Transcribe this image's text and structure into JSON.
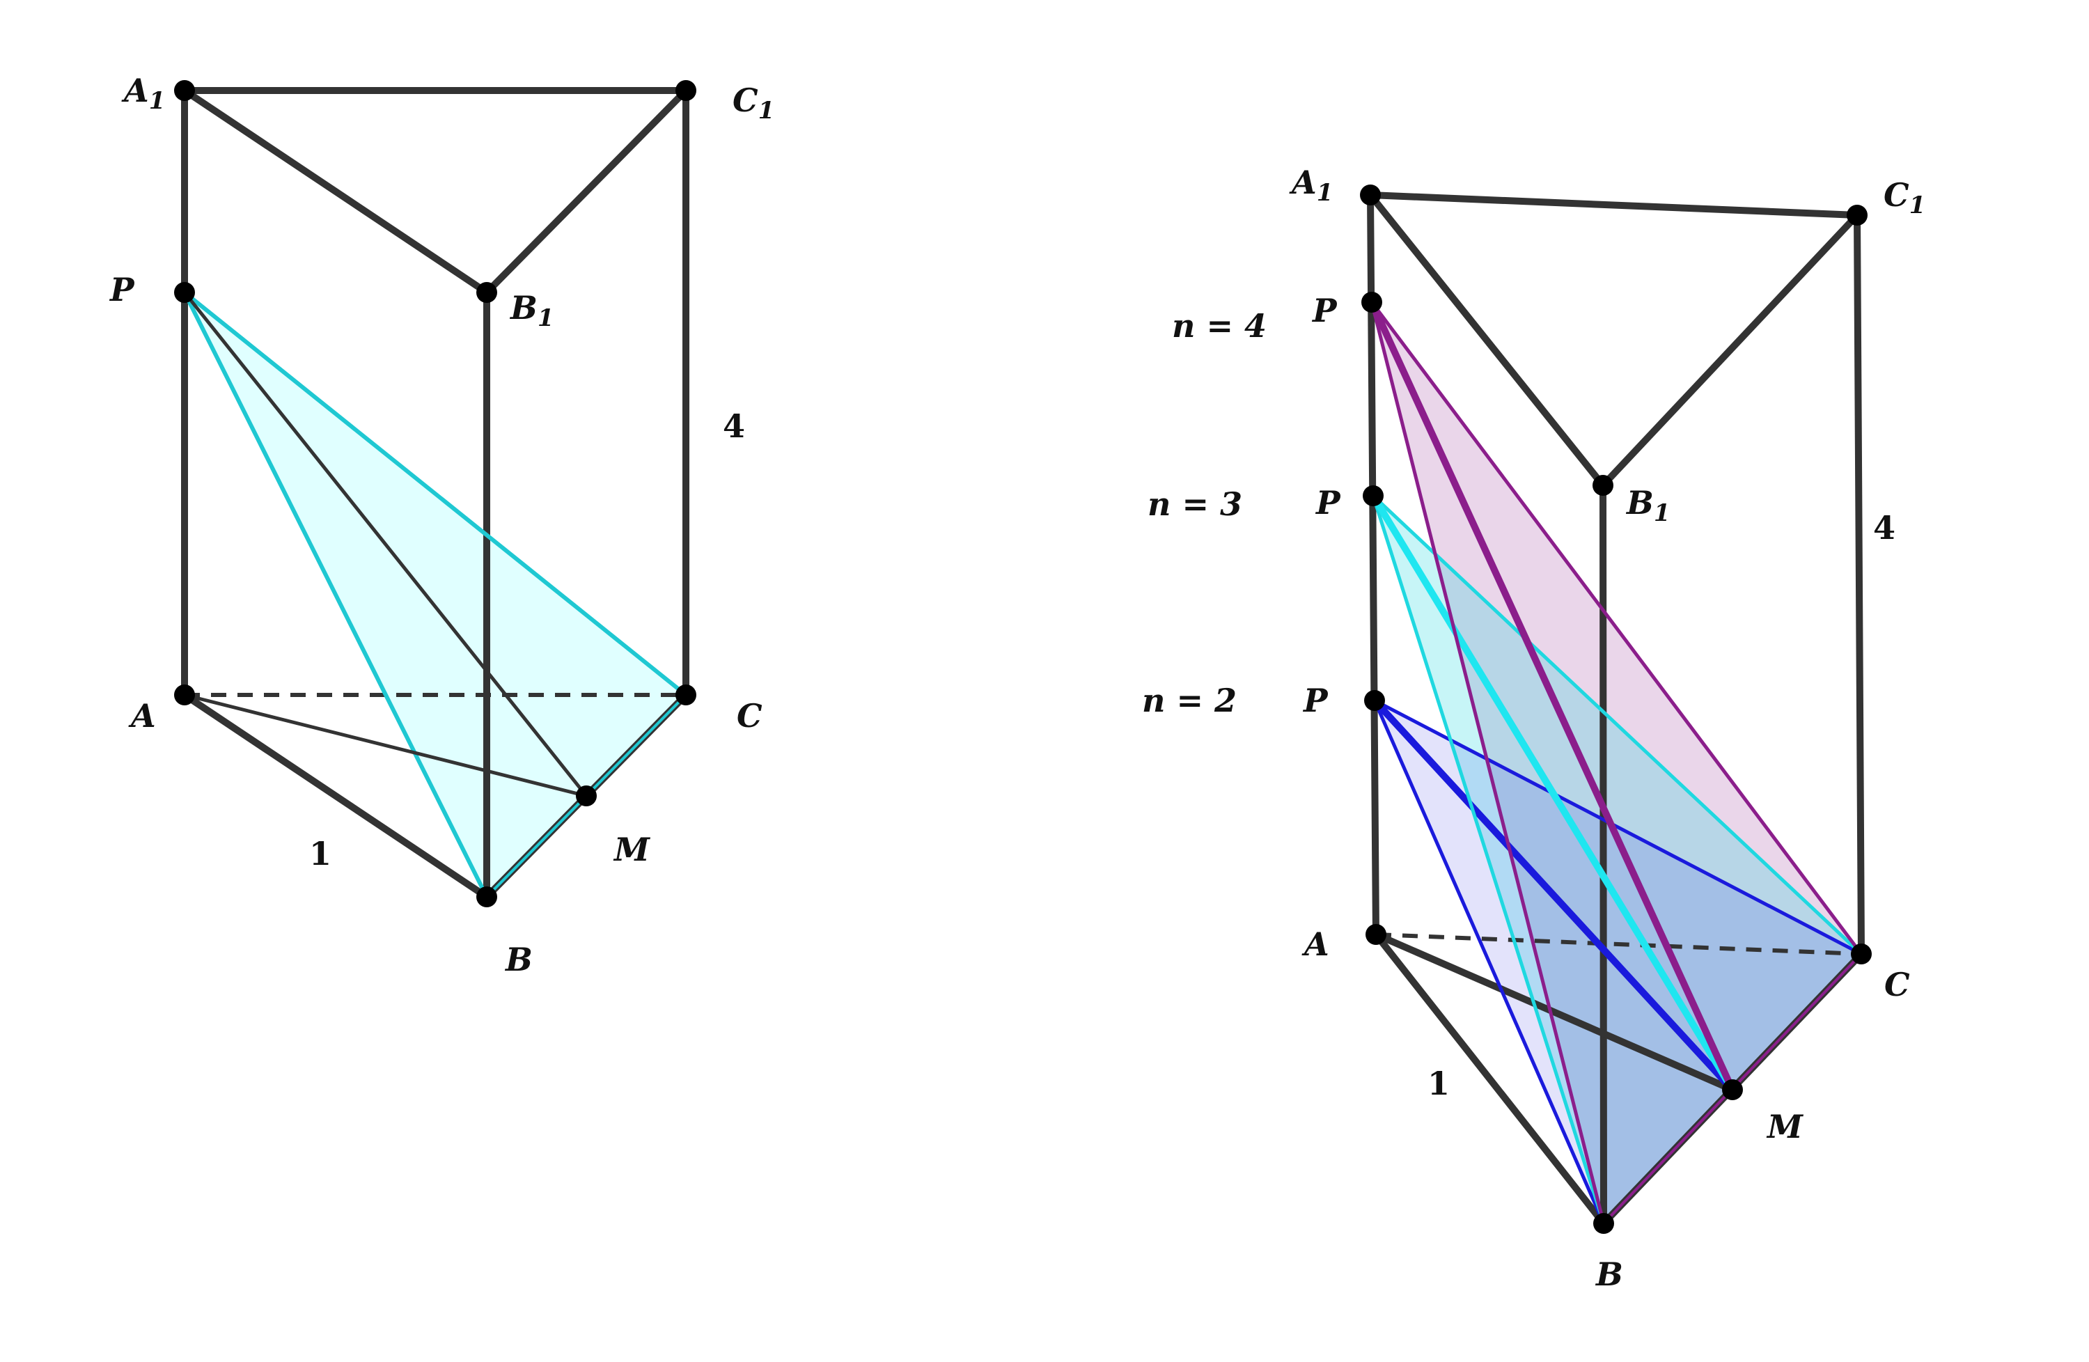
{
  "figure1": {
    "labels": {
      "A1": {
        "main": "A",
        "sub": "1"
      },
      "B1": {
        "main": "B",
        "sub": "1"
      },
      "C1": {
        "main": "C",
        "sub": "1"
      },
      "P": "P",
      "A": "A",
      "B": "B",
      "C": "C",
      "M": "M",
      "edge_AB": "1",
      "edge_CC1": "4"
    },
    "fill_color": "#e0ffff",
    "line_color": "#1fc8d2"
  },
  "figure2": {
    "labels": {
      "A1": {
        "main": "A",
        "sub": "1"
      },
      "B1": {
        "main": "B",
        "sub": "1"
      },
      "C1": {
        "main": "C",
        "sub": "1"
      },
      "P4": "P",
      "P3": "P",
      "P2": "P",
      "n4": "n = 4",
      "n3": "n = 3",
      "n2": "n = 2",
      "A": "A",
      "B": "B",
      "C": "C",
      "M": "M",
      "edge_AB": "1",
      "edge_CC1": "4"
    },
    "colors": {
      "n4": "#8b1e8b",
      "n3": "#1fd8e0",
      "n2": "#1a1adc"
    }
  }
}
